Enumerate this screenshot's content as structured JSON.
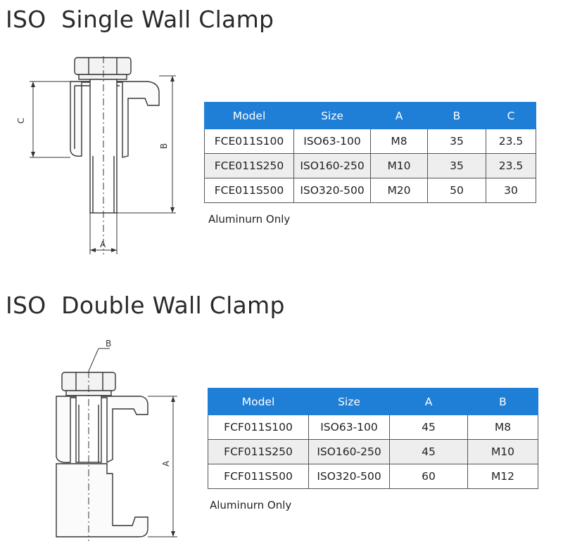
{
  "single": {
    "title": "ISO  Single Wall Clamp",
    "dim_labels": {
      "a": "A",
      "b": "B",
      "c": "C"
    },
    "table": {
      "headers": [
        "Model",
        "Size",
        "A",
        "B",
        "C"
      ],
      "rows": [
        [
          "FCE011S100",
          "ISO63-100",
          "M8",
          "35",
          "23.5"
        ],
        [
          "FCE011S250",
          "ISO160-250",
          "M10",
          "35",
          "23.5"
        ],
        [
          "FCE011S500",
          "ISO320-500",
          "M20",
          "50",
          "30"
        ]
      ]
    },
    "note": "Aluminurn Only"
  },
  "double": {
    "title": "ISO  Double Wall Clamp",
    "dim_labels": {
      "a": "A",
      "b": "B"
    },
    "table": {
      "headers": [
        "Model",
        "Size",
        "A",
        "B"
      ],
      "rows": [
        [
          "FCF011S100",
          "ISO63-100",
          "45",
          "M8"
        ],
        [
          "FCF011S250",
          "ISO160-250",
          "45",
          "M10"
        ],
        [
          "FCF011S500",
          "ISO320-500",
          "60",
          "M12"
        ]
      ]
    },
    "note": "Aluminurn Only"
  },
  "colors": {
    "header_bg": "#1f7fd6",
    "alt_row_bg": "#eeeeee",
    "line": "#333333"
  }
}
